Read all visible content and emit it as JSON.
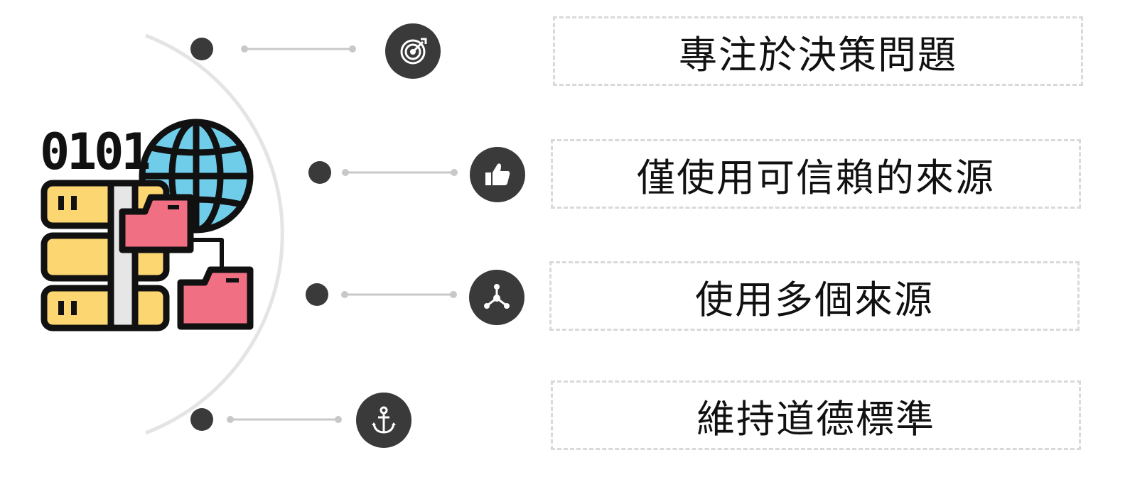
{
  "items": [
    {
      "label": "專注於決策問題",
      "icon": "target-icon"
    },
    {
      "label": "僅使用可信賴的來源",
      "icon": "thumbs-up-icon"
    },
    {
      "label": "使用多個來源",
      "icon": "network-icon"
    },
    {
      "label": "維持道德標準",
      "icon": "anchor-icon"
    }
  ],
  "illustration": {
    "binary_text": "0101",
    "icon": "data-sources-icon"
  },
  "colors": {
    "dot": "#3a3a3a",
    "connector": "#c8c8c8",
    "arc": "#e2e2e2",
    "globe": "#6fcdea",
    "server": "#fcd671",
    "folder": "#f06f82",
    "outline": "#111111"
  }
}
